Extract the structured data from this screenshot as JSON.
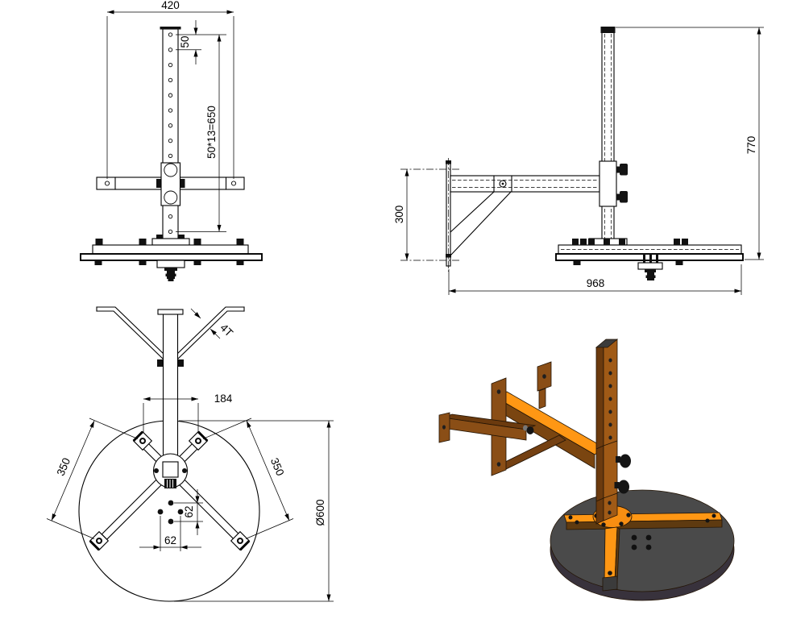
{
  "drawing": {
    "dimensions": {
      "front": {
        "overall_width": "420",
        "hole_spacing": "50",
        "hole_pattern": "50*13=650"
      },
      "side": {
        "wall_plate_height": "300",
        "overall_height": "770",
        "overall_depth": "968"
      },
      "top": {
        "mount_width": "184",
        "plate_thickness": "4T",
        "arm_left": "350",
        "arm_right": "350",
        "bolt_gap_vertical": "62",
        "bolt_gap_horizontal": "62",
        "base_diameter": "Ø600"
      }
    },
    "colors": {
      "line": "#000000",
      "accent_orange": "#FF9714",
      "hub_orange": "#F78E12",
      "steel_brown_light": "#A05A16",
      "steel_brown_mid": "#8A4E16",
      "steel_brown_dark": "#6B3A0E",
      "base_plate_gray": "#4A4A4A",
      "base_rim_gray": "#38323C",
      "hardware_black": "#141414"
    }
  }
}
